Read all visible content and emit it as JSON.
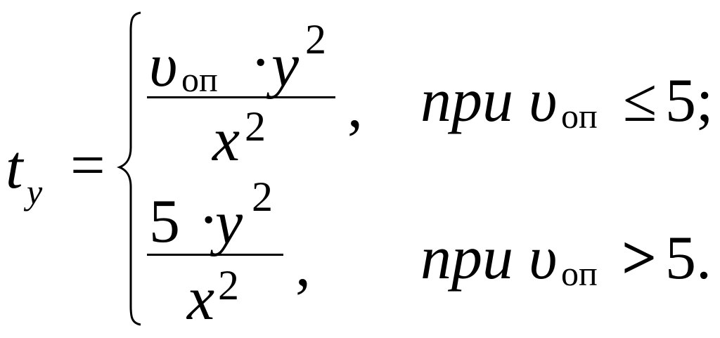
{
  "lhs": {
    "symbol": "t",
    "subscript": "y",
    "equals": "="
  },
  "cases": [
    {
      "numerator": {
        "var": "υ",
        "var_subscript": "оп",
        "dot": "·",
        "y": "y",
        "y_exp": "2"
      },
      "denominator": {
        "x": "x",
        "x_exp": "2"
      },
      "comma": ",",
      "condition": {
        "word": "при",
        "var": "υ",
        "var_subscript": "оп",
        "relation": "≤",
        "value": "5;"
      }
    },
    {
      "numerator": {
        "coef": "5",
        "dot": "·",
        "y": "y",
        "y_exp": "2"
      },
      "denominator": {
        "x": "x",
        "x_exp": "2"
      },
      "comma": ",",
      "condition": {
        "word": "при",
        "var": "υ",
        "var_subscript": "оп",
        "relation": ">",
        "value": "5."
      }
    }
  ]
}
